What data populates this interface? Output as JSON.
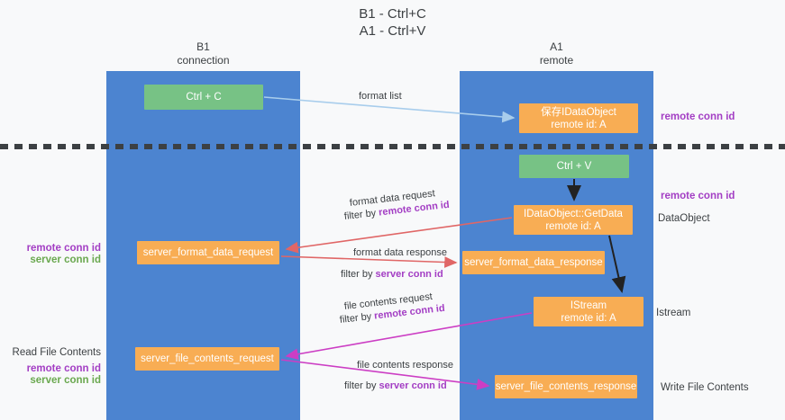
{
  "title": {
    "line1": "B1 - Ctrl+C",
    "line2": "A1 - Ctrl+V"
  },
  "lanes": [
    {
      "id": "b1",
      "line1": "B1",
      "line2": "connection",
      "color": "#4c84d0"
    },
    {
      "id": "a1",
      "line1": "A1",
      "line2": "remote",
      "color": "#4c84d0"
    }
  ],
  "colors": {
    "lane": "#4c84d0",
    "node_green": "#77c285",
    "node_orange": "#f8ad54",
    "remote_conn_id": "#a33ec4",
    "server_conn_id_legend": "#6aa84f",
    "arrow_format_list": "#a8cdec",
    "arrow_format_data": "#e06666",
    "arrow_file_contents": "#cc3ec4",
    "arrow_internal": "#222222",
    "divider": "#3c4043",
    "text": "#3c4043",
    "background": "#f8f9fa"
  },
  "nodes": {
    "ctrl_c": {
      "label": "Ctrl + C",
      "sub": "",
      "style": "green"
    },
    "data_object": {
      "label": "保存IDataObject",
      "sub": "remote id: A",
      "style": "orange"
    },
    "ctrl_v": {
      "label": "Ctrl + V",
      "sub": "",
      "style": "green"
    },
    "get_data": {
      "label": "IDataObject::GetData",
      "sub": "remote id: A",
      "style": "orange"
    },
    "server_format_data_request": {
      "label": "server_format_data_request",
      "sub": "",
      "style": "orange"
    },
    "server_format_data_response": {
      "label": "server_format_data_response",
      "sub": "",
      "style": "orange"
    },
    "istream": {
      "label": "IStream",
      "sub": "remote id: A",
      "style": "orange"
    },
    "server_file_contents_request": {
      "label": "server_file_contents_request",
      "sub": "",
      "style": "orange"
    },
    "server_file_contents_response": {
      "label": "server_file_contents_response",
      "sub": "",
      "style": "orange"
    }
  },
  "flow_labels": {
    "format_list": "format list",
    "format_data_request": "format data request",
    "format_data_request_filter_prefix": "filter by ",
    "format_data_request_filter_key": "remote conn id",
    "format_data_response": "format data response",
    "format_data_response_filter_prefix": "filter by ",
    "format_data_response_filter_key": "server conn id",
    "file_contents_request": "file contents request",
    "file_contents_request_filter_prefix": "filter by ",
    "file_contents_request_filter_key": "remote conn id",
    "file_contents_response": "file contents response",
    "file_contents_response_filter_prefix": "filter by ",
    "file_contents_response_filter_key": "server conn id"
  },
  "side_labels": {
    "right_remote_conn_id_top": "remote conn id",
    "right_remote_conn_id_mid": "remote conn id",
    "right_data_object": "DataObject",
    "right_istream": "Istream",
    "right_write_file_contents": "Write File Contents",
    "left_remote_conn_id_mid": "remote conn id",
    "left_server_conn_id_mid": "server conn id",
    "left_read_file_contents": "Read File Contents",
    "left_remote_conn_id_bottom": "remote conn id",
    "left_server_conn_id_bottom": "server conn id"
  }
}
